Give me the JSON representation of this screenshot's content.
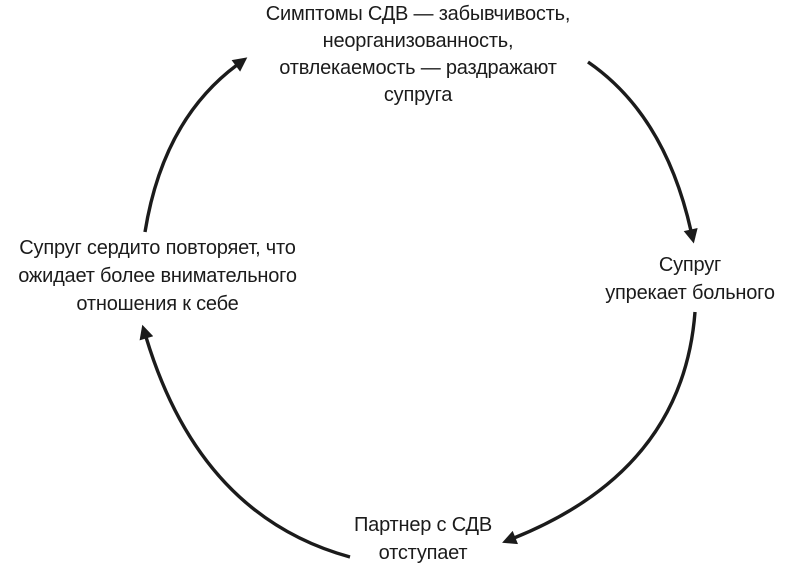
{
  "canvas": {
    "background_color": "#ffffff",
    "ink_color": "#1b1b1b"
  },
  "diagram": {
    "type": "cycle",
    "direction": "clockwise",
    "nodes": {
      "top": {
        "lines": [
          "Симптомы СДВ — забывчивость,",
          "неорганизованность,",
          "отвлекаемость — раздражают",
          "супруга"
        ]
      },
      "right": {
        "lines": [
          "Супруг",
          "упрекает больного"
        ]
      },
      "bottom": {
        "lines": [
          "Партнер с СДВ",
          "отступает"
        ]
      },
      "left": {
        "lines": [
          "Супруг сердито повторяет, что",
          "ожидает более внимательного",
          "отношения к себе"
        ]
      }
    },
    "arrows": [
      {
        "from": "top",
        "to": "right"
      },
      {
        "from": "right",
        "to": "bottom"
      },
      {
        "from": "bottom",
        "to": "left"
      },
      {
        "from": "left",
        "to": "top"
      }
    ]
  }
}
